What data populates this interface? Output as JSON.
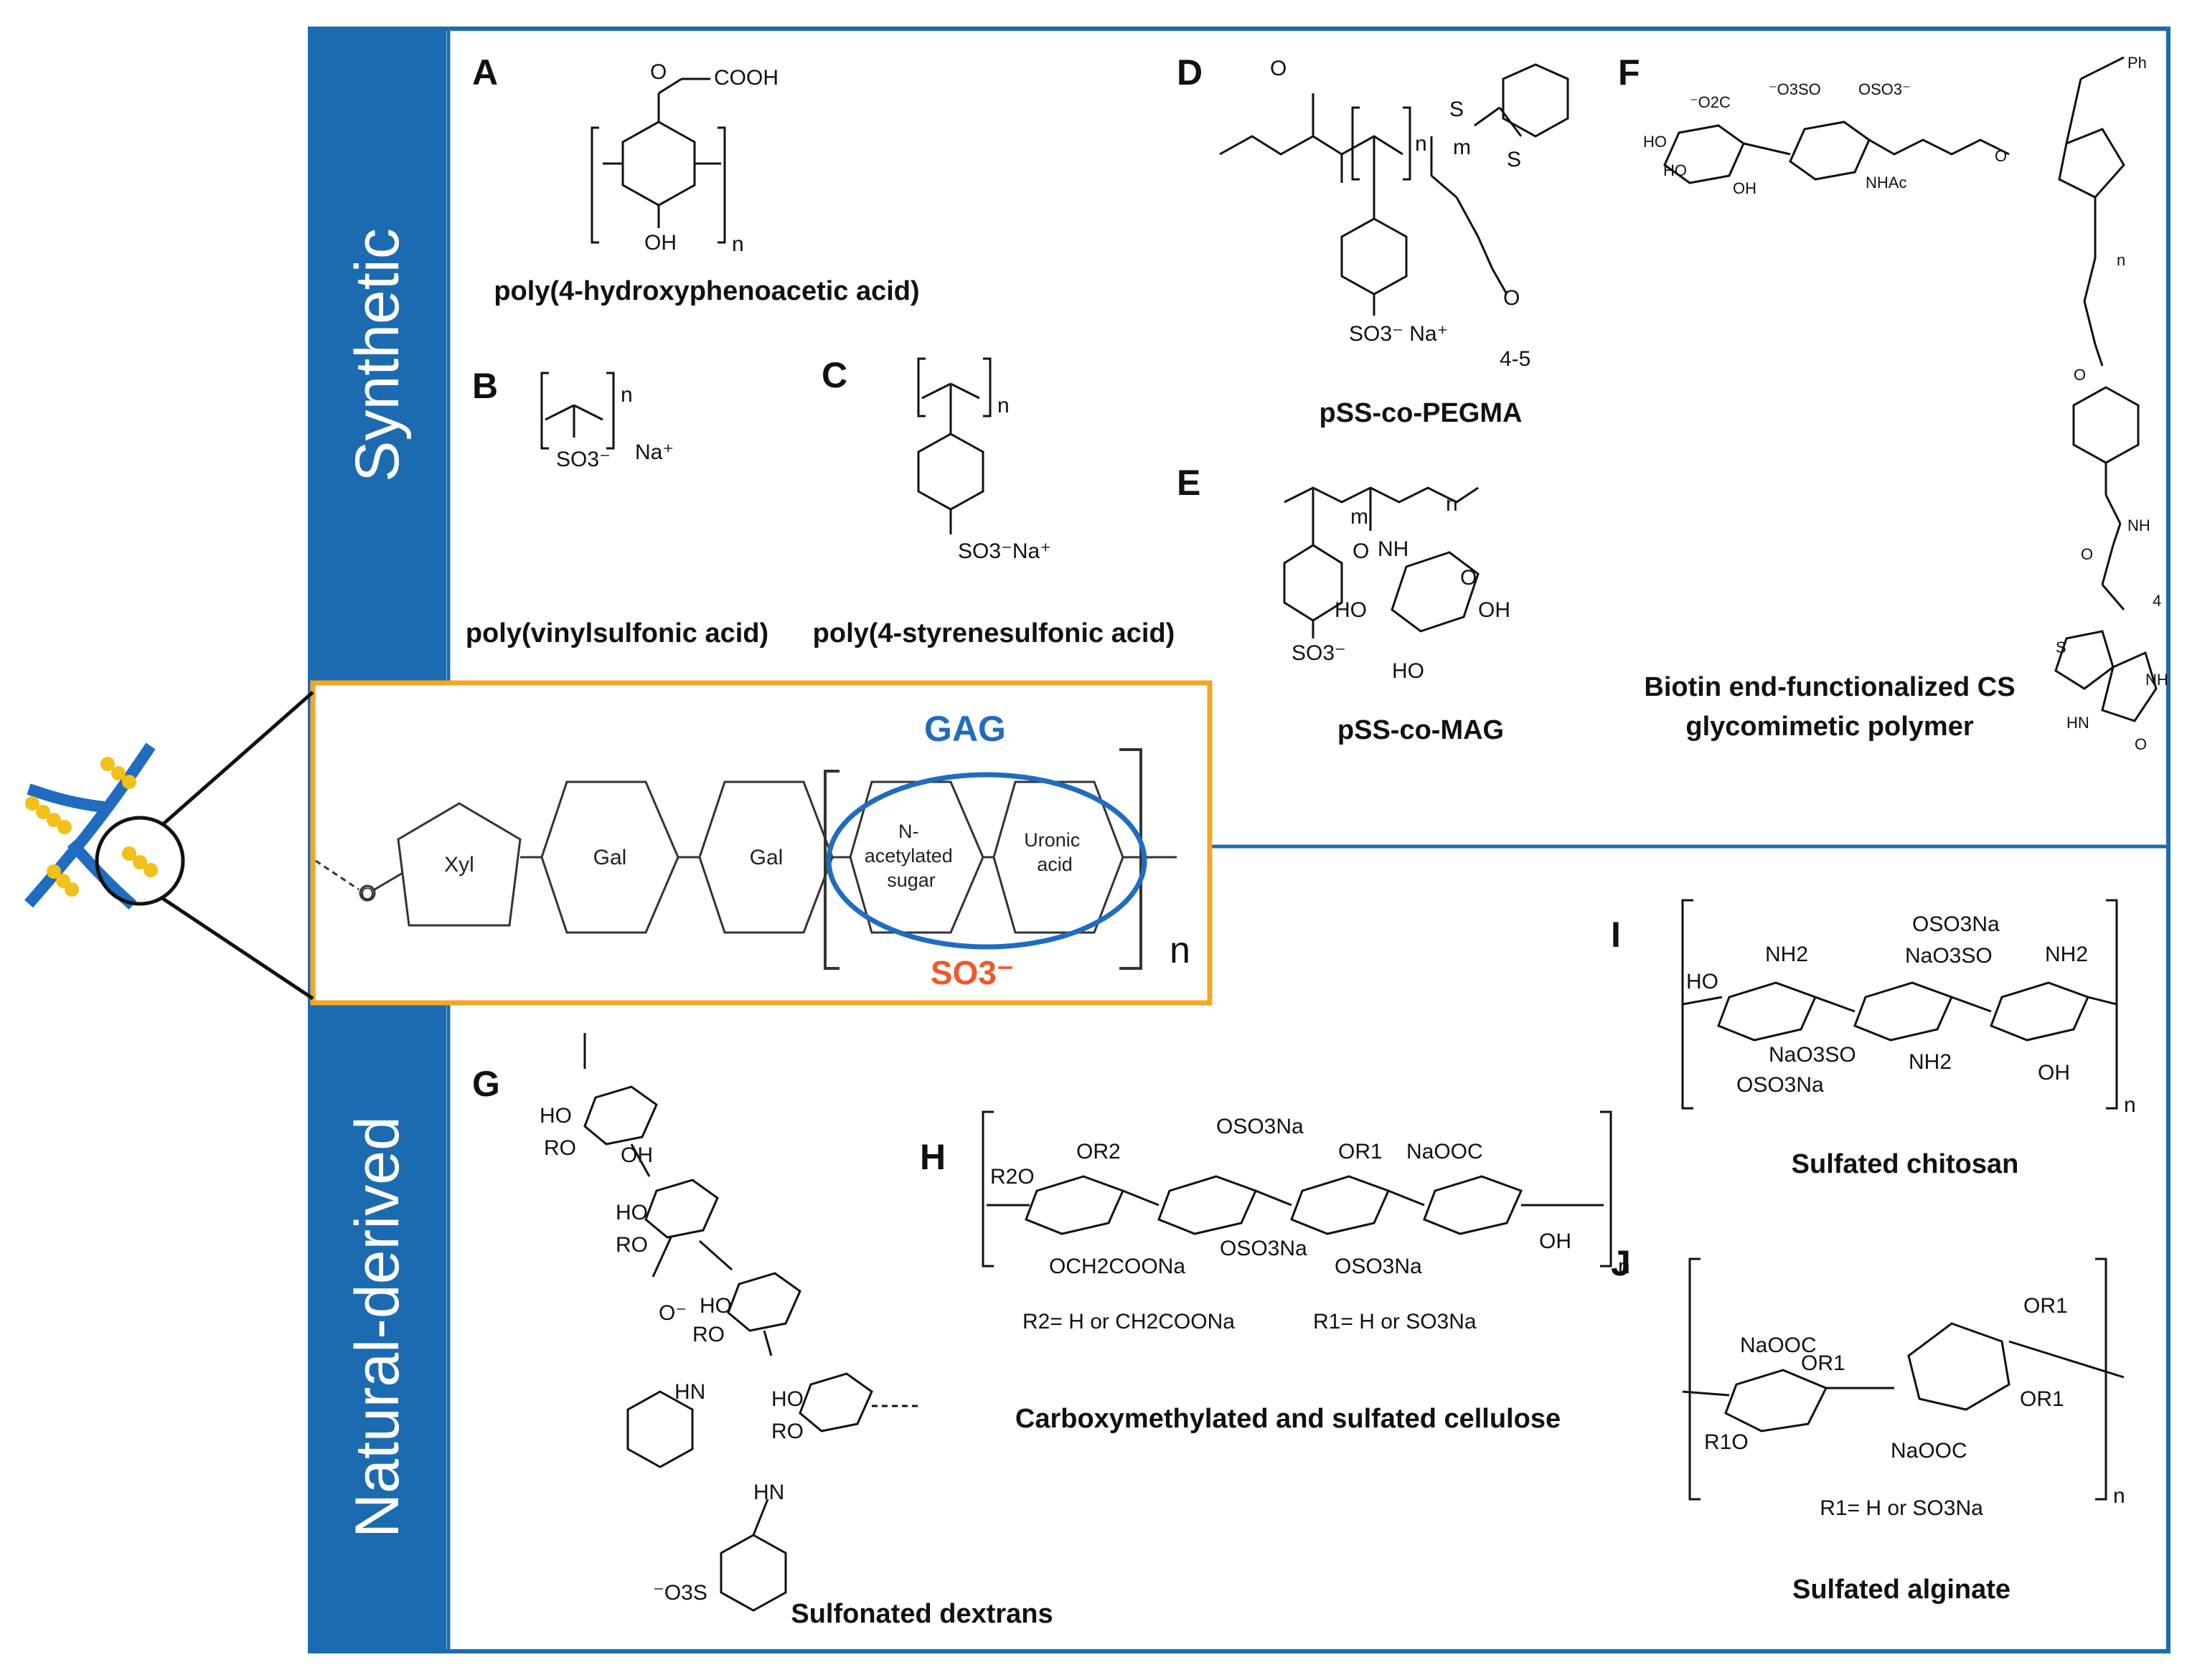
{
  "colors": {
    "frame_blue": "#1c6bb1",
    "gag_orange": "#f5a623",
    "sulfate_red": "#f0582a",
    "chain_blue": "#1f6cc0",
    "bead_yellow": "#f3c01a"
  },
  "sections": {
    "synthetic": "Synthetic",
    "natural": "Natural-derived"
  },
  "panels": {
    "A": {
      "letter": "A",
      "caption": "poly(4-hydroxyphenoacetic acid)",
      "labels": [
        "COOH",
        "O",
        "OH",
        "n"
      ]
    },
    "B": {
      "letter": "B",
      "caption": "poly(vinylsulfonic acid)",
      "labels": [
        "SO3⁻",
        "Na⁺",
        "n"
      ]
    },
    "C": {
      "letter": "C",
      "caption": "poly(4-styrenesulfonic acid)",
      "labels": [
        "SO3⁻Na⁺",
        "n"
      ]
    },
    "D": {
      "letter": "D",
      "caption": "pSS-co-PEGMA",
      "labels": [
        "O",
        "S",
        "S",
        "n",
        "m",
        "SO3⁻ Na⁺",
        "O",
        "4-5"
      ]
    },
    "E": {
      "letter": "E",
      "caption": "pSS-co-MAG",
      "labels": [
        "m",
        "n",
        "NH",
        "O",
        "O",
        "HO",
        "OH",
        "HO",
        "SO3⁻"
      ]
    },
    "F": {
      "letter": "F",
      "caption_line1": "Biotin end-functionalized CS",
      "caption_line2": "glycomimetic polymer",
      "labels": [
        "⁻O2C",
        "⁻O3SO",
        "OSO3⁻",
        "HO",
        "HO",
        "OH",
        "NHAc",
        "O",
        "Ph",
        "n",
        "O",
        "NH",
        "O",
        "4",
        "S",
        "NH",
        "HN",
        "O"
      ]
    },
    "G": {
      "letter": "G",
      "caption": "Sulfonated dextrans",
      "labels": [
        "HO",
        "RO",
        "OH",
        "HO",
        "RO",
        "O⁻",
        "HO",
        "RO",
        "HN",
        "HO",
        "RO",
        "HN",
        "⁻O3S"
      ]
    },
    "H": {
      "letter": "H",
      "caption": "Carboxymethylated and sulfated cellulose",
      "labels": [
        "R2O",
        "OR2",
        "OSO3Na",
        "OR1",
        "NaOOC",
        "OCH2COONa",
        "OSO3Na",
        "OSO3Na",
        "OH",
        "n"
      ],
      "legend1": "R2= H or CH2COONa",
      "legend2": "R1= H or SO3Na"
    },
    "I": {
      "letter": "I",
      "caption": "Sulfated chitosan",
      "labels": [
        "HO",
        "NH2",
        "OSO3Na",
        "NaO3SO",
        "NH2",
        "NaO3SO",
        "NH2",
        "OH",
        "OSO3Na",
        "n"
      ]
    },
    "J": {
      "letter": "J",
      "caption": "Sulfated alginate",
      "labels": [
        "NaOOC",
        "OR1",
        "OR1",
        "OR1",
        "R1O",
        "NaOOC",
        "n"
      ],
      "legend": "R1= H or SO3Na"
    }
  },
  "gag": {
    "title": "GAG",
    "units": [
      {
        "name": "xyl",
        "label": "Xyl"
      },
      {
        "name": "gal-1",
        "label": "Gal"
      },
      {
        "name": "gal-2",
        "label": "Gal"
      },
      {
        "name": "n-acetylated",
        "label": "N-\nacetylated\nsugar"
      },
      {
        "name": "uronic",
        "label": "Uronic\nacid"
      }
    ],
    "linker": "O",
    "sulfate": "SO3⁻",
    "repeat": "n"
  }
}
